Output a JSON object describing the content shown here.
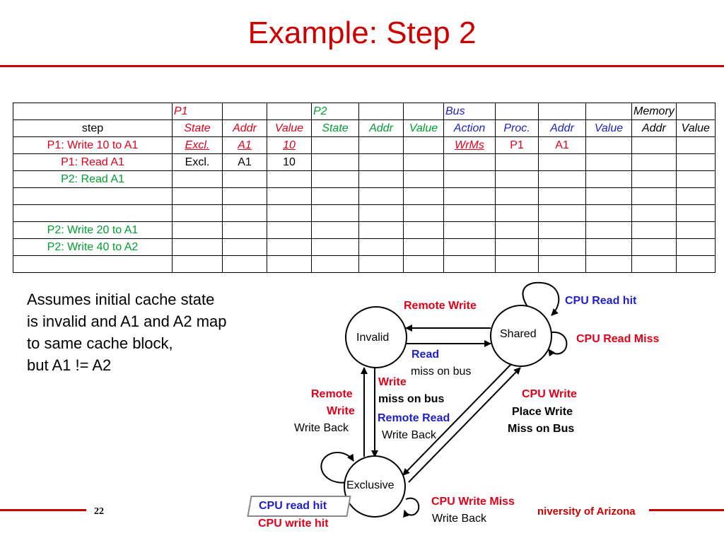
{
  "title": "Example: Step 2",
  "table": {
    "header1": [
      "",
      "P1",
      "",
      "",
      "P2",
      "",
      "",
      "Bus",
      "",
      "",
      "",
      "Memory",
      ""
    ],
    "header2": [
      "step",
      "State",
      "Addr",
      "Value",
      "State",
      "Addr",
      "Value",
      "Action",
      "Proc.",
      "Addr",
      "Value",
      "Addr",
      "Value"
    ],
    "rows": [
      [
        "P1: Write 10 to A1",
        "Excl.",
        "A1",
        "10",
        "",
        "",
        "",
        "WrMs",
        "P1",
        "A1",
        "",
        "",
        ""
      ],
      [
        "P1: Read A1",
        "Excl.",
        "A1",
        "10",
        "",
        "",
        "",
        "",
        "",
        "",
        "",
        "",
        ""
      ],
      [
        "P2: Read A1",
        "",
        "",
        "",
        "",
        "",
        "",
        "",
        "",
        "",
        "",
        "",
        ""
      ],
      [
        "",
        "",
        "",
        "",
        "",
        "",
        "",
        "",
        "",
        "",
        "",
        "",
        ""
      ],
      [
        "",
        "",
        "",
        "",
        "",
        "",
        "",
        "",
        "",
        "",
        "",
        "",
        ""
      ],
      [
        "P2: Write 20 to A1",
        "",
        "",
        "",
        "",
        "",
        "",
        "",
        "",
        "",
        "",
        "",
        ""
      ],
      [
        "P2: Write 40 to A2",
        "",
        "",
        "",
        "",
        "",
        "",
        "",
        "",
        "",
        "",
        "",
        ""
      ],
      [
        "",
        "",
        "",
        "",
        "",
        "",
        "",
        "",
        "",
        "",
        "",
        "",
        ""
      ]
    ]
  },
  "assumption": {
    "lines": [
      "Assumes initial cache state",
      "is invalid and A1 and A2 map",
      "to same cache block,",
      "but A1 != A2"
    ]
  },
  "diagram": {
    "states": {
      "invalid": "Invalid",
      "shared": "Shared",
      "exclusive": "Exclusive"
    },
    "labels": {
      "remote_write_top": "Remote Write",
      "cpu_read_hit": "CPU Read hit",
      "cpu_read_miss": "CPU Read Miss",
      "read": "Read",
      "miss_on_bus_1": "miss on bus",
      "write": "Write",
      "miss_on_bus_2": "miss on bus",
      "remote_1": "Remote",
      "write_word": "Write",
      "write_back_1": "Write Back",
      "remote_read": "Remote Read",
      "write_back_2": "Write Back",
      "cpu_write": "CPU Write",
      "place_write": "Place Write",
      "miss_on_bus_cap": "Miss on Bus",
      "cpu_read_hit_lower": "CPU read hit",
      "cpu_write_hit": "CPU write hit",
      "cpu_write_miss": "CPU Write Miss",
      "write_back_3": "Write Back"
    }
  },
  "footer": {
    "page_number": "22",
    "org": "niversity of Arizona"
  },
  "colors": {
    "accent_red": "#cc0000",
    "label_red": "#e0001a",
    "label_blue": "#1f1fc8",
    "label_green": "#009e2f"
  }
}
